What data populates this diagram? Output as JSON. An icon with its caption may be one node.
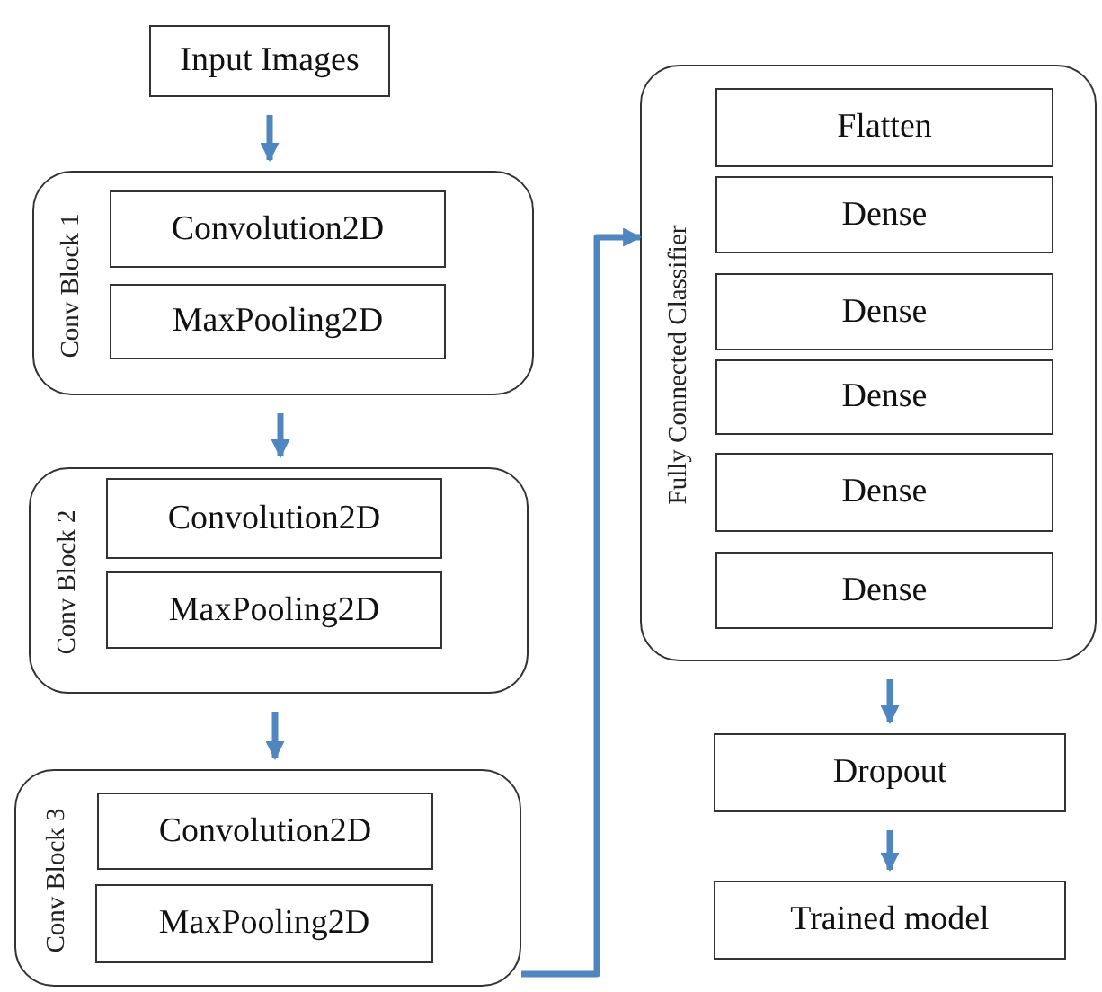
{
  "diagram": {
    "nodes": [
      {
        "text": [
          "Input Images"
        ]
      },
      {
        "text": [
          "Conv Block 1"
        ]
      },
      {
        "text": [
          "Convolution2D"
        ],
        "in": 1
      },
      {
        "text": [
          "MaxPooling2D"
        ],
        "in": 1
      },
      {
        "text": [
          "Conv Block 2"
        ]
      },
      {
        "text": [
          "Convolution2D"
        ],
        "in": 4
      },
      {
        "text": [
          "MaxPooling2D"
        ],
        "in": 4
      },
      {
        "text": [
          "Conv Block 3"
        ]
      },
      {
        "text": [
          "Convolution2D"
        ],
        "in": 7
      },
      {
        "text": [
          "MaxPooling2D"
        ],
        "in": 7
      },
      {
        "text": [
          "Fully Connected Classifier"
        ]
      },
      {
        "text": [
          "Flatten"
        ],
        "in": 10
      },
      {
        "text": [
          "Dense"
        ],
        "in": 10
      },
      {
        "text": [
          "Dense"
        ],
        "in": 10
      },
      {
        "text": [
          "Dense"
        ],
        "in": 10
      },
      {
        "text": [
          "Dense"
        ],
        "in": 10
      },
      {
        "text": [
          "Dense"
        ],
        "in": 10
      },
      {
        "text": [
          "Dropout"
        ]
      },
      {
        "text": [
          "Trained model"
        ]
      }
    ],
    "edges": [
      {
        "from": 0,
        "to": 1,
        "arrow": "to"
      },
      {
        "from": 1,
        "to": 4,
        "arrow": "to"
      },
      {
        "from": 4,
        "to": 7,
        "arrow": "to"
      },
      {
        "from": 7,
        "to": 10,
        "arrow": "to"
      },
      {
        "from": 10,
        "to": 17,
        "arrow": "to"
      },
      {
        "from": 17,
        "to": 18,
        "arrow": "to"
      }
    ]
  }
}
